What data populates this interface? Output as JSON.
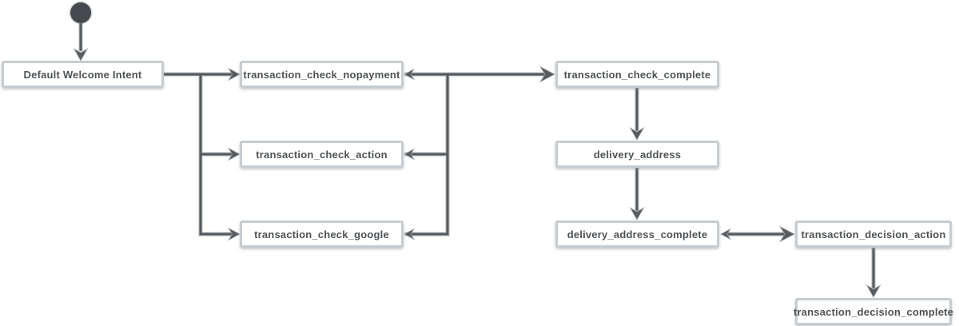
{
  "diagram": {
    "type": "intent-flow-chart",
    "colors": {
      "background": "#ffffff",
      "line": "#565b5f",
      "node_border": "#c7ccd0",
      "node_fill": "#ffffff",
      "node_text": "#4f5356",
      "start_node": "#45494d"
    },
    "nodes": [
      {
        "id": "default_welcome_intent",
        "label": "Default Welcome Intent"
      },
      {
        "id": "transaction_check_nopayment",
        "label": "transaction_check_nopayment"
      },
      {
        "id": "transaction_check_complete",
        "label": "transaction_check_complete"
      },
      {
        "id": "transaction_check_action",
        "label": "transaction_check_action"
      },
      {
        "id": "delivery_address",
        "label": "delivery_address"
      },
      {
        "id": "transaction_check_google",
        "label": "transaction_check_google"
      },
      {
        "id": "delivery_address_complete",
        "label": "delivery_address_complete"
      },
      {
        "id": "transaction_decision_action",
        "label": "transaction_decision_action"
      },
      {
        "id": "transaction_decision_complete",
        "label": "transaction_decision_complete"
      }
    ],
    "edges": [
      {
        "from": "start",
        "to": "default_welcome_intent",
        "arrow": "forward"
      },
      {
        "from": "default_welcome_intent",
        "to": "transaction_check_nopayment",
        "arrow": "forward"
      },
      {
        "from": "default_welcome_intent",
        "to": "transaction_check_action",
        "arrow": "forward"
      },
      {
        "from": "default_welcome_intent",
        "to": "transaction_check_google",
        "arrow": "forward"
      },
      {
        "from": "transaction_check_nopayment",
        "to": "transaction_check_complete",
        "arrow": "both"
      },
      {
        "from": "transaction_check_action",
        "to": "transaction_check_complete",
        "arrow": "both"
      },
      {
        "from": "transaction_check_google",
        "to": "transaction_check_complete",
        "arrow": "both"
      },
      {
        "from": "transaction_check_complete",
        "to": "delivery_address",
        "arrow": "forward"
      },
      {
        "from": "delivery_address",
        "to": "delivery_address_complete",
        "arrow": "forward"
      },
      {
        "from": "delivery_address_complete",
        "to": "transaction_decision_action",
        "arrow": "both"
      },
      {
        "from": "transaction_decision_action",
        "to": "transaction_decision_complete",
        "arrow": "forward"
      }
    ]
  }
}
